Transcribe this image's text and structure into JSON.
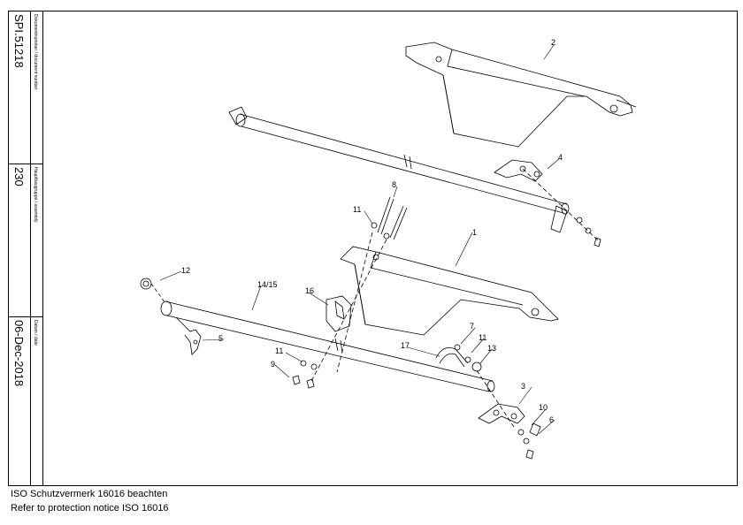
{
  "title_block": {
    "document_number_label": "Dokumentnummer / document number",
    "document_number": "SPI.51218",
    "assembly_label": "Hauptbaugruppe / assembly",
    "assembly": "230",
    "date_label": "Datum / date",
    "date": "06-Dec-2018"
  },
  "callouts": [
    "1",
    "2",
    "3",
    "4",
    "5",
    "6",
    "7",
    "8",
    "9",
    "10",
    "11",
    "11",
    "11",
    "12",
    "13",
    "14/15",
    "16",
    "17"
  ],
  "footer": {
    "notice_de": "ISO Schutzvermerk 16016 beachten",
    "notice_en": "Refer to protection notice ISO 16016"
  }
}
